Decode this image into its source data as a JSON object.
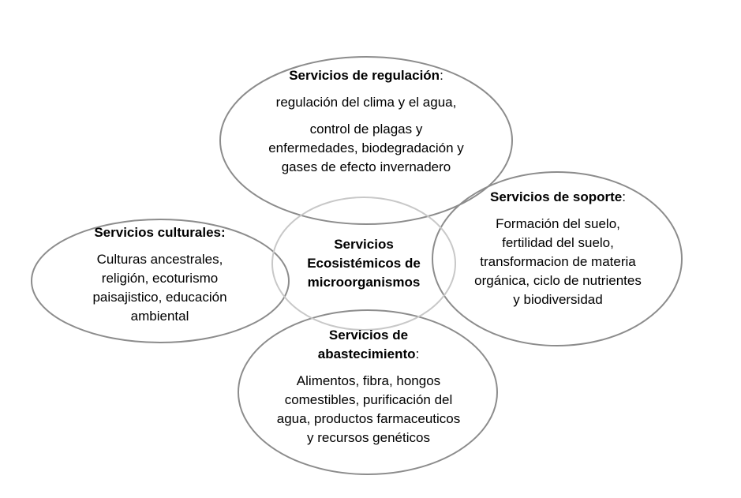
{
  "center": {
    "line1": "Servicios",
    "line2": "Ecosistémicos de",
    "line3": "microorganismos"
  },
  "regulacion": {
    "title": "Servicios de regulación",
    "suffix": ":",
    "text1": "regulación del clima y el agua,",
    "text2": "control de plagas y enfermedades, biodegradación y gases de efecto invernadero"
  },
  "soporte": {
    "title": "Servicios de soporte",
    "suffix": ":",
    "text": "Formación del suelo, fertilidad del suelo, transformacion de materia orgánica, ciclo de nutrientes y biodiversidad"
  },
  "culturales": {
    "title": "Servicios culturales:",
    "text": "Culturas ancestrales, religión, ecoturismo paisajistico, educación ambiental"
  },
  "abastecimiento": {
    "title_line1": "Servicios de",
    "title_line2": "abastecimiento",
    "suffix": ":",
    "text": "Alimentos, fibra, hongos comestibles, purificación del agua, productos farmaceuticos y recursos genéticos"
  },
  "colors": {
    "outline": "#8c8c8c",
    "center_outline": "#c8c8c8"
  }
}
